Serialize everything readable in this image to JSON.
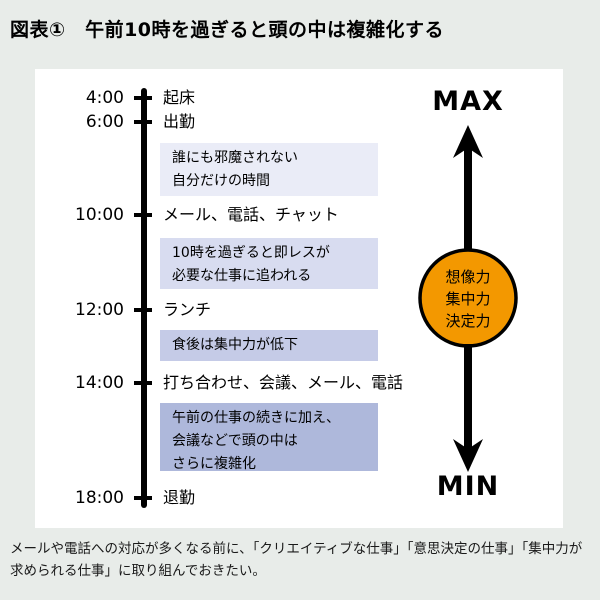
{
  "title": "図表①　午前10時を過ぎると頭の中は複雑化する",
  "timeline": {
    "entries": [
      {
        "time": "4:00",
        "activity": "起床"
      },
      {
        "time": "6:00",
        "activity": "出勤"
      },
      {
        "time": "10:00",
        "activity": "メール、電話、チャット"
      },
      {
        "time": "12:00",
        "activity": "ランチ"
      },
      {
        "time": "14:00",
        "activity": "打ち合わせ、会議、メール、電話"
      },
      {
        "time": "18:00",
        "activity": "退勤"
      }
    ],
    "notes": [
      {
        "text": "誰にも邪魔されない\n自分だけの時間"
      },
      {
        "text": "10時を過ぎると即レスが\n必要な仕事に追われる"
      },
      {
        "text": "食後は集中力が低下"
      },
      {
        "text": "午前の仕事の続きに加え、\n会議などで頭の中は\nさらに複雑化"
      }
    ]
  },
  "gauge": {
    "max_label": "MAX",
    "min_label": "MIN",
    "circle_labels": [
      "想像力",
      "集中力",
      "決定力"
    ]
  },
  "caption": "メールや電話への対応が多くなる前に、「クリエイティブな仕事」「意思決定の仕事」「集中力が求められる仕事」に取り組んでおきたい。",
  "colors": {
    "page_background": "#e8ece9",
    "panel_background": "#ffffff",
    "note_box_1": "#eaecf7",
    "note_box_2": "#d8dcf0",
    "note_box_3": "#c5cbe7",
    "note_box_4": "#aeb8db",
    "circle_fill": "#f39800",
    "line_color": "#000000"
  }
}
